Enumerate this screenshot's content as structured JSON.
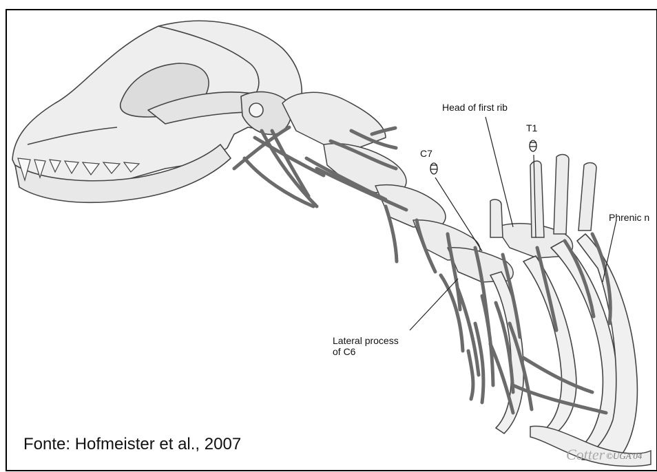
{
  "figure": {
    "labels": {
      "head_of_first_rib": "Head of first rib",
      "t1": "T1",
      "c7": "C7",
      "phrenic": "Phrenic n",
      "lateral_process_line1": "Lateral process",
      "lateral_process_line2": "of C6"
    },
    "source": "Fonte: Hofmeister et al., 2007",
    "copyright": "©UGA'04",
    "signature": "Cotter"
  },
  "colors": {
    "bone_fill": "#eeeeee",
    "bone_stroke": "#444444",
    "nerve": "#6b6b6b",
    "frame": "#000000"
  }
}
